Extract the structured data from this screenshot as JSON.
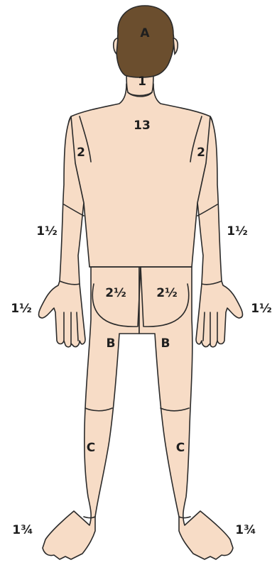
{
  "colors": {
    "skin": "#f7dcc6",
    "hair": "#6b4e2e",
    "outline": "#2b2b2b",
    "label_text": "#1f1f1f",
    "background": "#ffffff"
  },
  "regions": {
    "head": "A",
    "neck": "1",
    "trunk": "13",
    "upper_arm_left": "2",
    "upper_arm_right": "2",
    "forearm_left": "1½",
    "forearm_right": "1½",
    "hand_left": "1½",
    "hand_right": "1½",
    "buttock_left": "2½",
    "buttock_right": "2½",
    "thigh_left": "B",
    "thigh_right": "B",
    "lower_leg_left": "C",
    "lower_leg_right": "C",
    "foot_left": "1¾",
    "foot_right": "1¾"
  }
}
